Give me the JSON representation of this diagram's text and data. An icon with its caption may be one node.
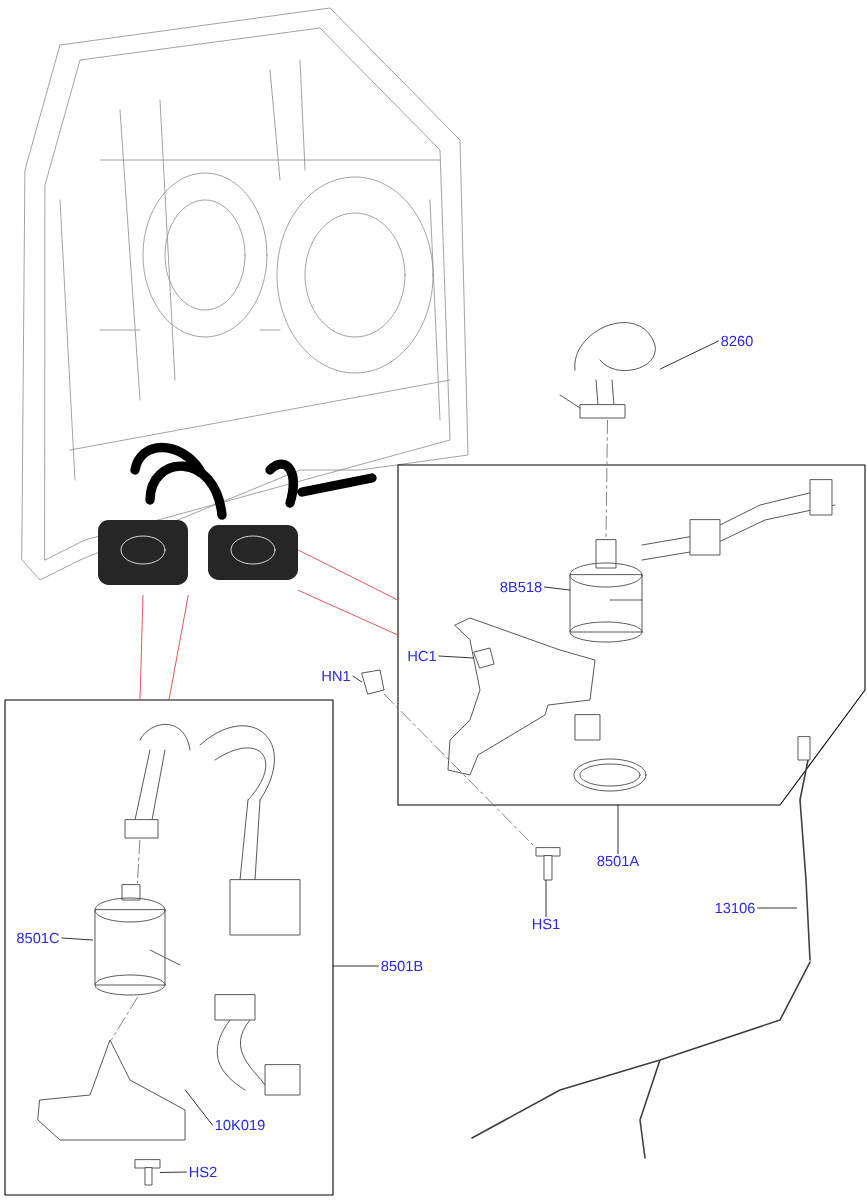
{
  "diagram": {
    "nodes": [
      {
        "text": [],
        "shape": "picture"
      },
      {
        "text": [],
        "shape": "picture"
      },
      {
        "text": [],
        "shape": "picture"
      },
      {
        "text": [
          "8260"
        ]
      },
      {
        "text": [],
        "shape": "box"
      },
      {
        "text": [
          "8B518"
        ],
        "in": 4
      },
      {
        "text": [],
        "shape": "picture",
        "in": 4
      },
      {
        "text": [
          "HC1"
        ],
        "in": 4
      },
      {
        "text": [],
        "shape": "picture",
        "in": 4
      },
      {
        "text": [
          "HN1"
        ]
      },
      {
        "text": [],
        "shape": "picture"
      },
      {
        "text": [],
        "shape": "box"
      },
      {
        "text": [],
        "shape": "picture",
        "in": 11
      },
      {
        "text": [
          "8501A"
        ]
      },
      {
        "text": [],
        "shape": "picture"
      },
      {
        "text": [
          "HS1"
        ]
      },
      {
        "text": [
          "13106"
        ]
      },
      {
        "text": [],
        "shape": "picture"
      },
      {
        "text": [
          "8501C"
        ],
        "in": 11
      },
      {
        "text": [],
        "shape": "picture",
        "in": 11
      },
      {
        "text": [
          "8501B"
        ]
      },
      {
        "text": [],
        "shape": "picture",
        "in": 11
      },
      {
        "text": [
          "10K019"
        ],
        "in": 11
      },
      {
        "text": [],
        "shape": "picture",
        "in": 11
      },
      {
        "text": [
          "HS2"
        ],
        "in": 11
      }
    ],
    "edges": [
      {
        "from": 3,
        "to": 2,
        "arrow": "none"
      },
      {
        "from": 5,
        "to": 6,
        "arrow": "none"
      },
      {
        "from": 7,
        "to": 8,
        "arrow": "none"
      },
      {
        "from": 9,
        "to": 10,
        "arrow": "none"
      },
      {
        "from": 13,
        "to": 4,
        "arrow": "none"
      },
      {
        "from": 15,
        "to": 14,
        "arrow": "none"
      },
      {
        "from": 16,
        "to": 17,
        "arrow": "none"
      },
      {
        "from": 18,
        "to": 19,
        "arrow": "none"
      },
      {
        "from": 20,
        "to": 11,
        "arrow": "none"
      },
      {
        "from": 22,
        "to": 21,
        "arrow": "none"
      },
      {
        "from": 24,
        "to": 23,
        "arrow": "none"
      },
      {
        "from": 1,
        "to": 4,
        "arrow": "none",
        "color": "#e03030"
      },
      {
        "from": 1,
        "to": 4,
        "arrow": "none",
        "color": "#e03030"
      },
      {
        "from": 0,
        "to": 11,
        "arrow": "none",
        "color": "#e03030"
      },
      {
        "from": 0,
        "to": 11,
        "arrow": "none",
        "color": "#e03030"
      },
      {
        "from": 2,
        "to": 6,
        "arrow": "none",
        "style": "dashed",
        "color": "#666666"
      },
      {
        "from": 10,
        "to": 14,
        "arrow": "none",
        "style": "dashed",
        "color": "#666666"
      },
      {
        "from": 12,
        "to": 19,
        "arrow": "none",
        "style": "dashed",
        "color": "#666666"
      },
      {
        "from": 19,
        "to": 21,
        "arrow": "none",
        "style": "dashed",
        "color": "#666666"
      }
    ]
  }
}
